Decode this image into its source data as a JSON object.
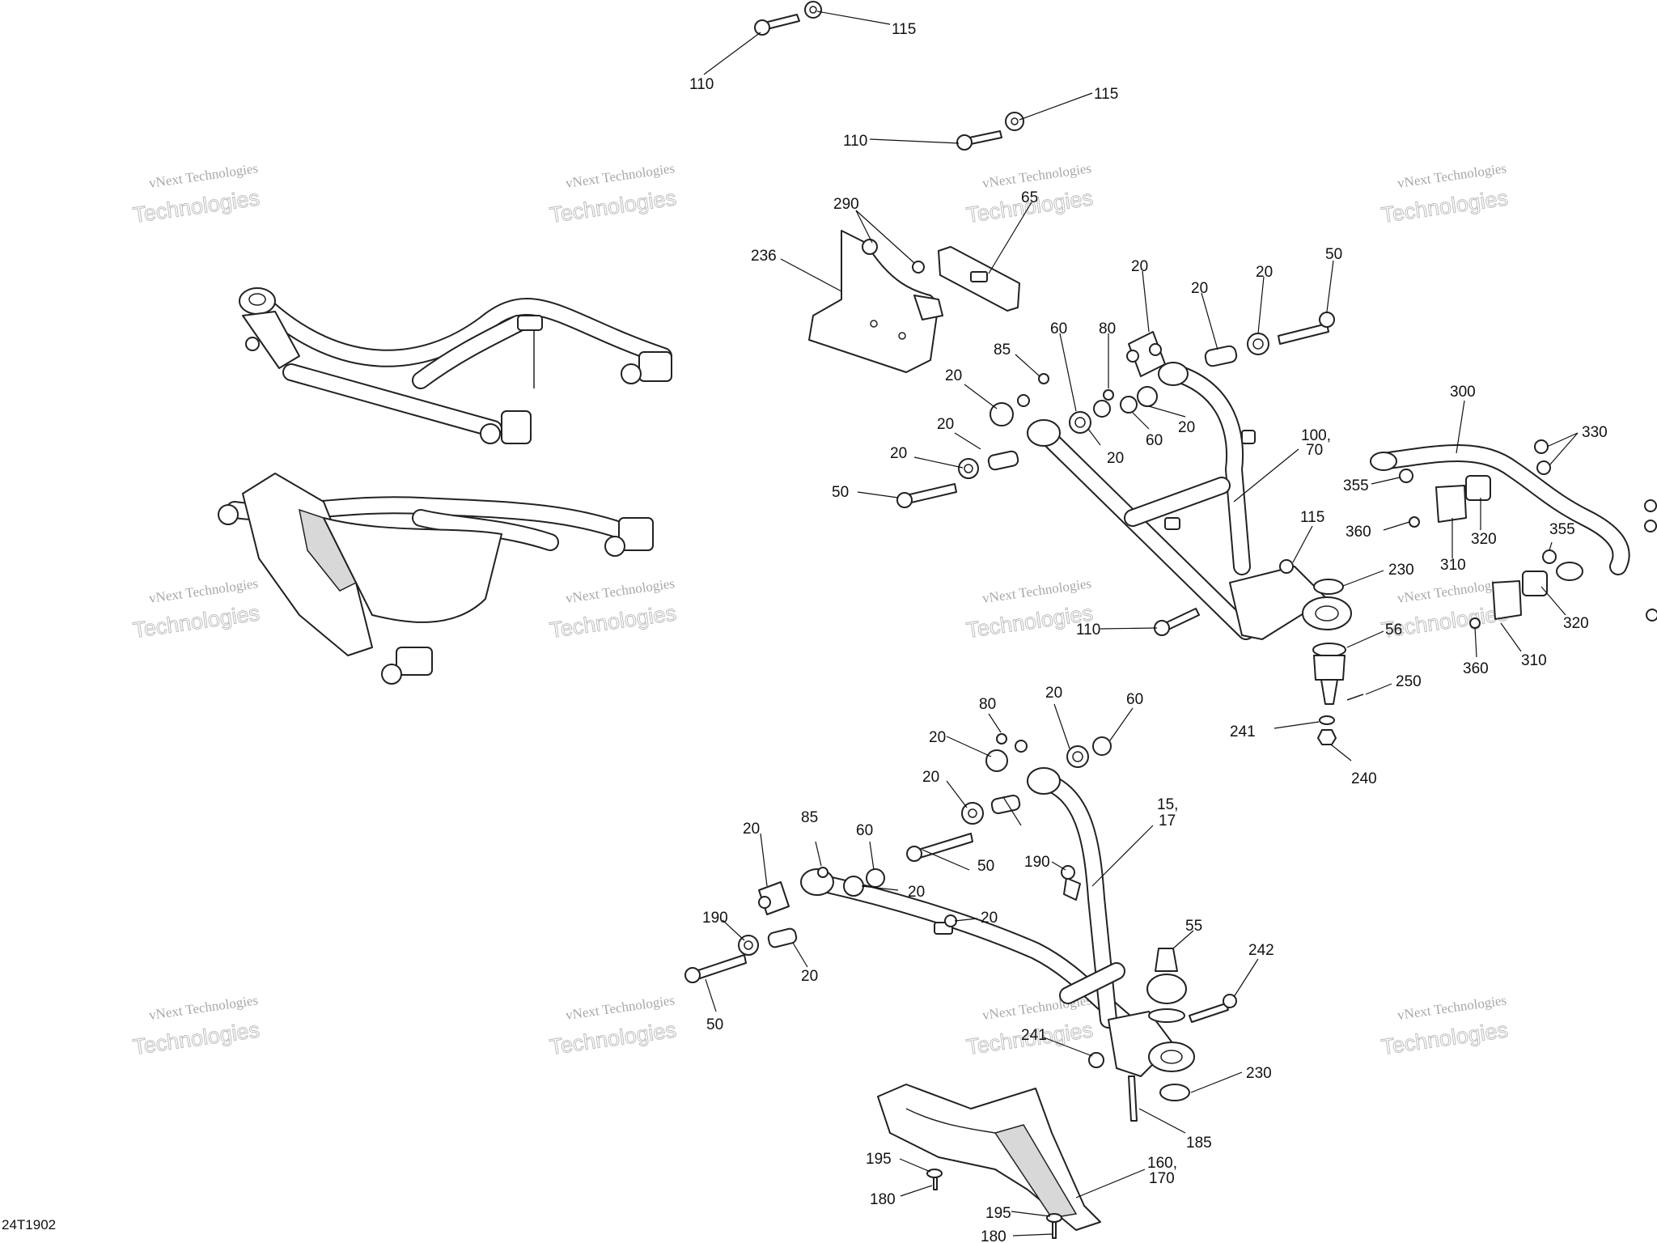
{
  "figure_code": "24T1902",
  "watermark": {
    "line1": "vNext Technologies",
    "line2": "Technologies"
  },
  "callouts": [
    {
      "text": "115"
    },
    {
      "text": "110"
    },
    {
      "text": "115"
    },
    {
      "text": "110"
    },
    {
      "text": "290"
    },
    {
      "text": "236"
    },
    {
      "text": "65"
    },
    {
      "text": "20"
    },
    {
      "text": "20"
    },
    {
      "text": "20"
    },
    {
      "text": "50"
    },
    {
      "text": "85"
    },
    {
      "text": "60"
    },
    {
      "text": "80"
    },
    {
      "text": "20"
    },
    {
      "text": "20"
    },
    {
      "text": "20"
    },
    {
      "text": "60"
    },
    {
      "text": "20"
    },
    {
      "text": "20"
    },
    {
      "text": "50"
    },
    {
      "text": "100,"
    },
    {
      "text": "70"
    },
    {
      "text": "115"
    },
    {
      "text": "230"
    },
    {
      "text": "110"
    },
    {
      "text": "56"
    },
    {
      "text": "250"
    },
    {
      "text": "241"
    },
    {
      "text": "240"
    },
    {
      "text": "300"
    },
    {
      "text": "330"
    },
    {
      "text": "355"
    },
    {
      "text": "360"
    },
    {
      "text": "310"
    },
    {
      "text": "320"
    },
    {
      "text": "355"
    },
    {
      "text": "320"
    },
    {
      "text": "360"
    },
    {
      "text": "310"
    },
    {
      "text": "80"
    },
    {
      "text": "20"
    },
    {
      "text": "60"
    },
    {
      "text": "20"
    },
    {
      "text": "20"
    },
    {
      "text": "15,"
    },
    {
      "text": "17"
    },
    {
      "text": "85"
    },
    {
      "text": "20"
    },
    {
      "text": "60"
    },
    {
      "text": "50"
    },
    {
      "text": "190"
    },
    {
      "text": "20"
    },
    {
      "text": "190"
    },
    {
      "text": "20"
    },
    {
      "text": "20"
    },
    {
      "text": "50"
    },
    {
      "text": "55"
    },
    {
      "text": "242"
    },
    {
      "text": "241"
    },
    {
      "text": "230"
    },
    {
      "text": "185"
    },
    {
      "text": "195"
    },
    {
      "text": "180"
    },
    {
      "text": "160,"
    },
    {
      "text": "170"
    },
    {
      "text": "195"
    },
    {
      "text": "180"
    }
  ]
}
